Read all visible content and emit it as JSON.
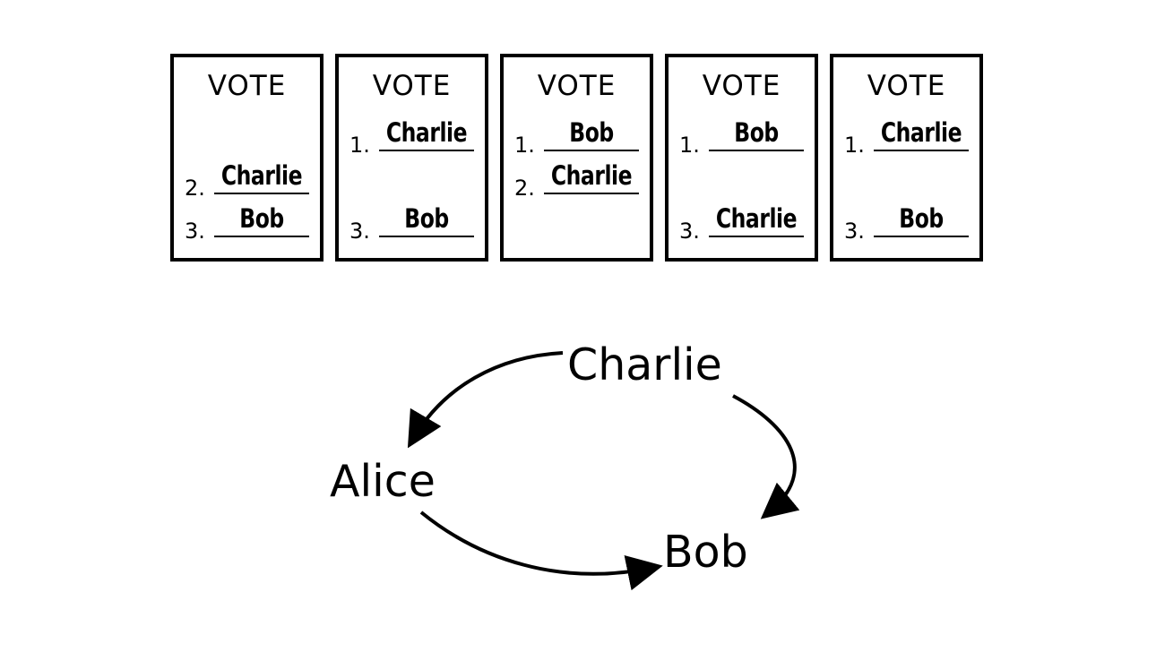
{
  "ballots": [
    {
      "title": "VOTE",
      "rows": [
        {
          "num": "",
          "name": ""
        },
        {
          "num": "2.",
          "name": "Charlie"
        },
        {
          "num": "3.",
          "name": "Bob"
        }
      ]
    },
    {
      "title": "VOTE",
      "rows": [
        {
          "num": "1.",
          "name": "Charlie"
        },
        {
          "num": "",
          "name": ""
        },
        {
          "num": "3.",
          "name": "Bob"
        }
      ]
    },
    {
      "title": "VOTE",
      "rows": [
        {
          "num": "1.",
          "name": "Bob"
        },
        {
          "num": "2.",
          "name": "Charlie"
        },
        {
          "num": "",
          "name": ""
        }
      ]
    },
    {
      "title": "VOTE",
      "rows": [
        {
          "num": "1.",
          "name": "Bob"
        },
        {
          "num": "",
          "name": ""
        },
        {
          "num": "3.",
          "name": "Charlie"
        }
      ]
    },
    {
      "title": "VOTE",
      "rows": [
        {
          "num": "1.",
          "name": "Charlie"
        },
        {
          "num": "",
          "name": ""
        },
        {
          "num": "3.",
          "name": "Bob"
        }
      ]
    }
  ],
  "cycle": {
    "nodes": {
      "charlie": "Charlie",
      "alice": "Alice",
      "bob": "Bob"
    },
    "edges": [
      {
        "from": "Charlie",
        "to": "Alice"
      },
      {
        "from": "Alice",
        "to": "Bob"
      },
      {
        "from": "Charlie",
        "to": "Bob"
      }
    ]
  },
  "colors": {
    "ink": "#000000",
    "background": "#ffffff"
  }
}
